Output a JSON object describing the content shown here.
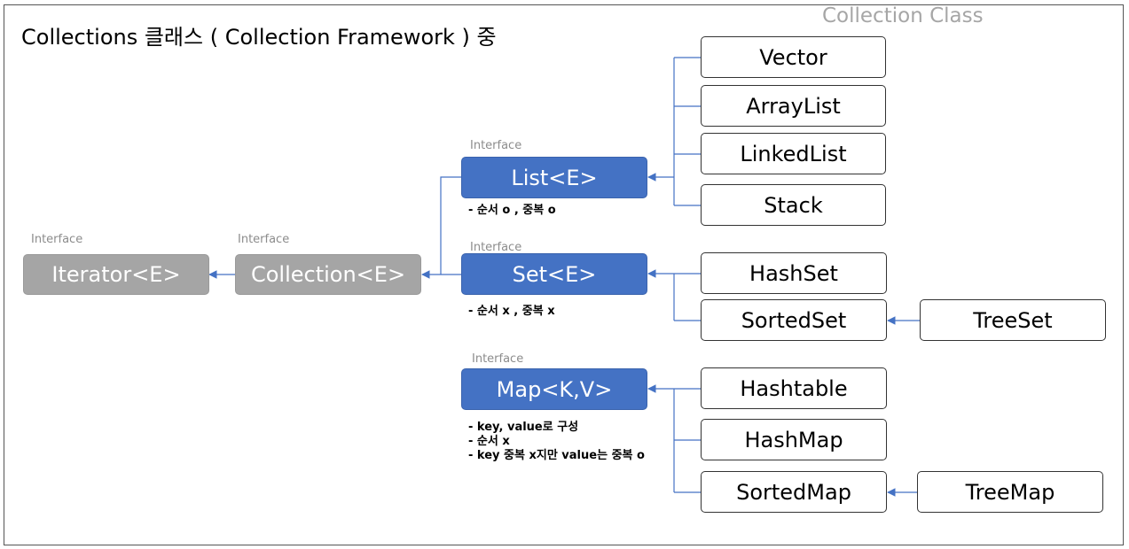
{
  "title": "Collections 클래스 ( Collection Framework ) 중",
  "subtitle": "Collection Class",
  "interface_tag": "Interface",
  "interfaces": {
    "iterator": "Iterator<E>",
    "collection": "Collection<E>",
    "list": "List<E>",
    "set": "Set<E>",
    "map": "Map<K,V>"
  },
  "classes": {
    "vector": "Vector",
    "arraylist": "ArrayList",
    "linkedlist": "LinkedList",
    "stack": "Stack",
    "hashset": "HashSet",
    "sortedset": "SortedSet",
    "treeset": "TreeSet",
    "hashtable": "Hashtable",
    "hashmap": "HashMap",
    "sortedmap": "SortedMap",
    "treemap": "TreeMap"
  },
  "notes": {
    "list": "- 순서 o , 중복 o",
    "set": "- 순서 x , 중복 x",
    "map": [
      "- key, value로 구성",
      "- 순서 x",
      "- key 중복 x지만 value는 중복 o"
    ]
  },
  "colors": {
    "interface_gray": "#a5a5a5",
    "interface_blue": "#4472c4",
    "connector": "#4472c4",
    "class_border": "#333333"
  }
}
